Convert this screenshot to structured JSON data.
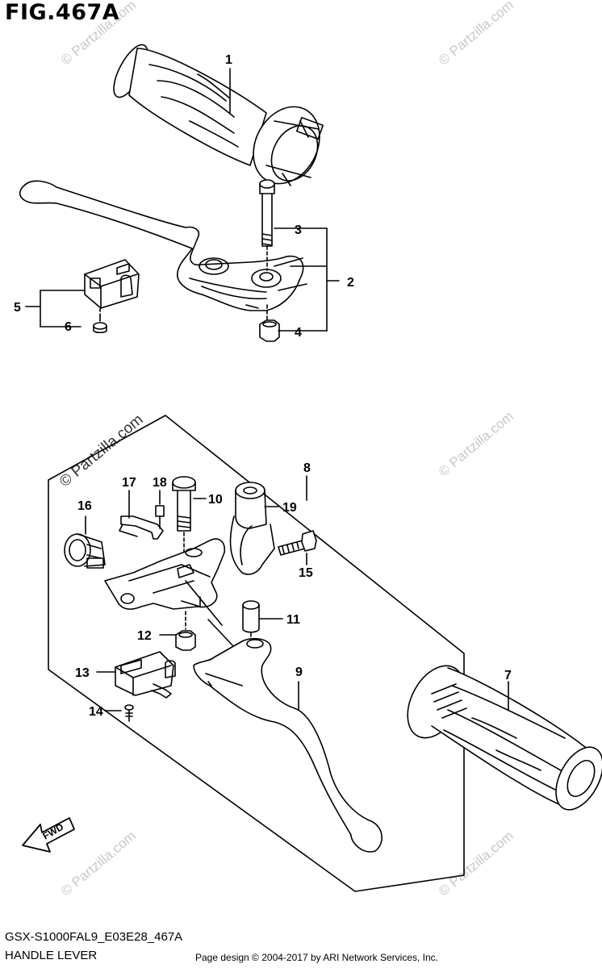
{
  "figure": {
    "title": "FIG.467A",
    "model_code": "GSX-S1000FAL9_E03E28_467A",
    "section_name": "HANDLE LEVER",
    "copyright": "Page design © 2004-2017 by ARI Network Services, Inc."
  },
  "watermark": {
    "text": "© Partzilla.com"
  },
  "callouts": [
    "1",
    "2",
    "3",
    "4",
    "5",
    "6",
    "7",
    "8",
    "9",
    "10",
    "11",
    "12",
    "13",
    "14",
    "15",
    "16",
    "17",
    "18",
    "19"
  ],
  "fwd_label": "FWD"
}
